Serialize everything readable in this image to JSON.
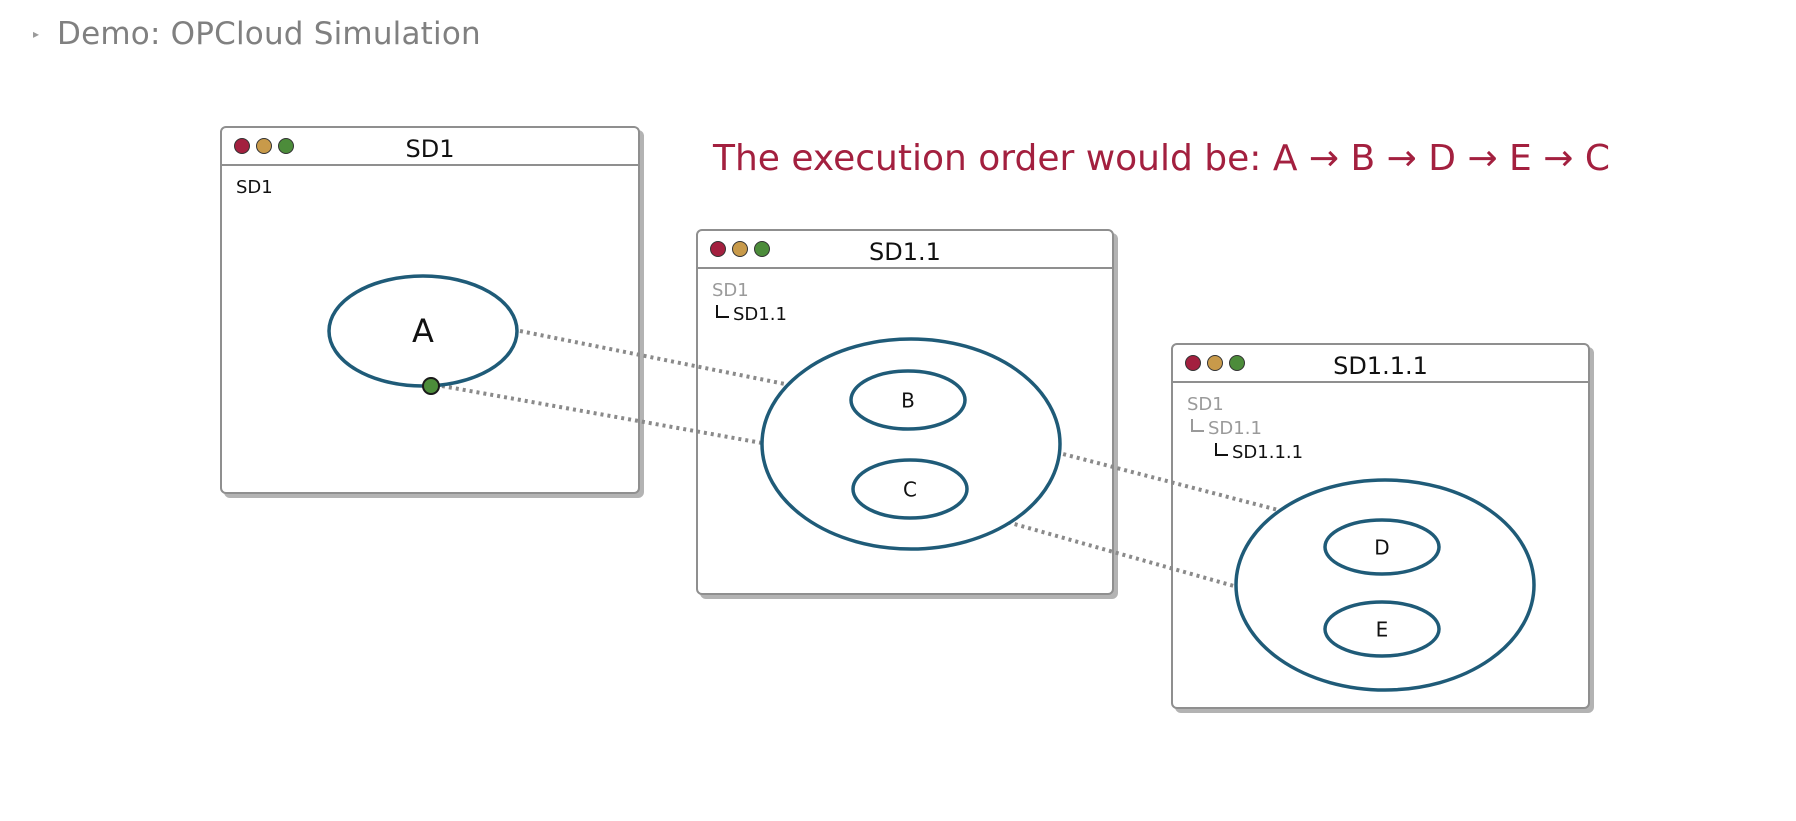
{
  "slide": {
    "title": "Demo: OPCloud Simulation",
    "caption": "The execution order would be: A → B → D → E → C"
  },
  "windows": {
    "sd1": {
      "title": "SD1",
      "breadcrumb": [
        "SD1"
      ]
    },
    "sd11": {
      "title": "SD1.1",
      "breadcrumb": [
        "SD1",
        "SD1.1"
      ]
    },
    "sd111": {
      "title": "SD1.1.1",
      "breadcrumb": [
        "SD1",
        "SD1.1",
        "SD1.1.1"
      ]
    }
  },
  "processes": {
    "a": "A",
    "b": "B",
    "c": "C",
    "d": "D",
    "e": "E"
  },
  "colors": {
    "caption": "#a3203f",
    "process_stroke": "#1f5b78",
    "dot_red": "#a3203f",
    "dot_yellow": "#c89a4a",
    "dot_green": "#4c8c3a",
    "token": "#4c8c3a"
  }
}
